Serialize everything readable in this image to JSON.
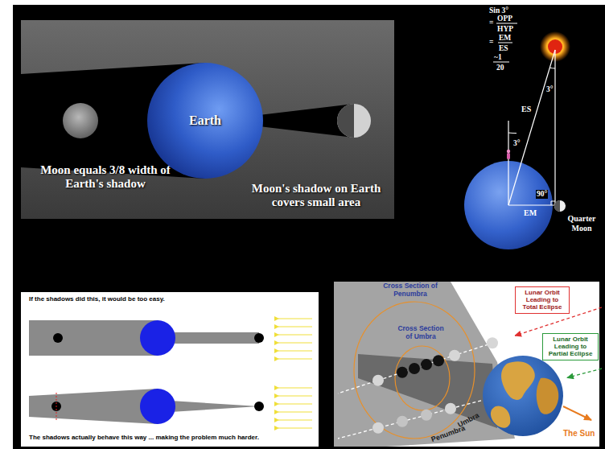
{
  "diagram": {
    "nodes": [
      {
        "text": [
          "Earth"
        ]
      },
      {
        "text": [
          "Lunar Orbit Leading to Total Eclipse"
        ]
      },
      {
        "text": [
          "Lunar Orbit Leading to Partial Eclipse"
        ]
      }
    ],
    "labels": [
      "Moon equals 3/8 width of Earth's shadow",
      "Moon's shadow on Earth covers small area",
      "Sin 3°",
      "=",
      "OPP",
      "HYP",
      "=",
      "EM",
      "ES",
      "~1",
      "20",
      "ES",
      "3°",
      "3°",
      "90°",
      "EM",
      "Quarter Moon",
      "If the shadows did this, it would be too easy.",
      "The shadows actually behave this way ... making the problem much harder.",
      "Cross Section of Penumbra",
      "Cross Section of Umbra",
      "Umbra",
      "Penumbra",
      "The Sun"
    ]
  }
}
